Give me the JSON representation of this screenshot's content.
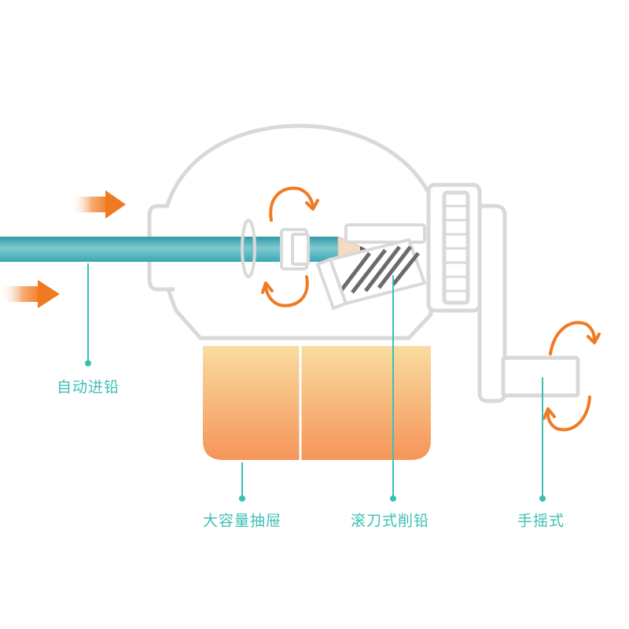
{
  "labels": {
    "auto_feed": "自动进铅",
    "large_drawer": "大容量抽屉",
    "roller_blade": "滚刀式削铅",
    "hand_crank": "手摇式"
  },
  "colors": {
    "outline": "#d9d9d9",
    "pencil": "#4fb3bd",
    "pencil_light": "#9ed8de",
    "arrow": "#f07a22",
    "drawer_top": "#f9d79a",
    "drawer_bottom": "#f59a5c",
    "leader": "#3cc0b4"
  },
  "icons": [
    "feed-arrow-icon",
    "rotation-arrow-icon"
  ]
}
